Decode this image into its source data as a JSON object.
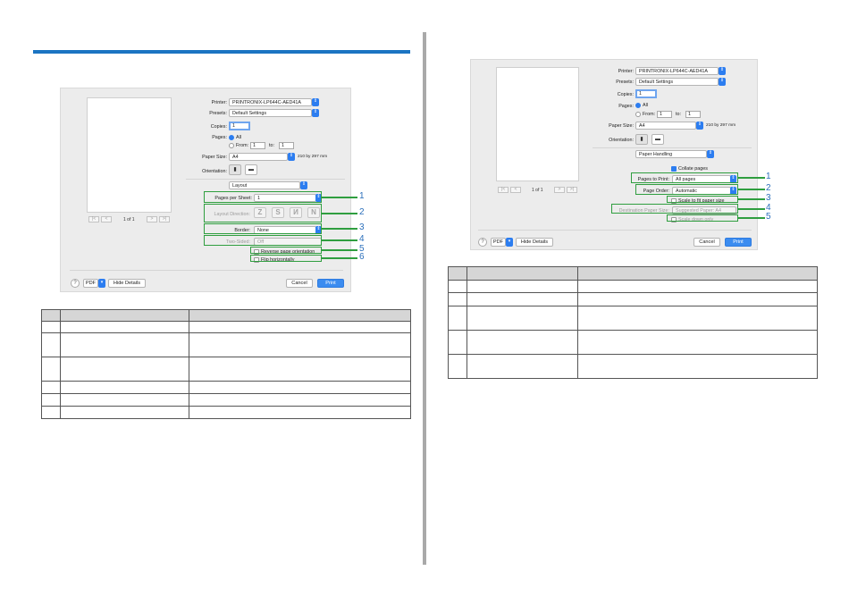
{
  "left_dialog": {
    "printer_label": "Printer:",
    "printer_value": "PRINTRONIX-LP644C-AED41A",
    "presets_label": "Presets:",
    "presets_value": "Default Settings",
    "copies_label": "Copies:",
    "copies_value": "1",
    "pages_label": "Pages:",
    "pages_all": "All",
    "pages_from": "From:",
    "pages_from_value": "1",
    "pages_to": "to:",
    "pages_to_value": "1",
    "paper_size_label": "Paper Size:",
    "paper_size_value": "A4",
    "paper_dims": "210 by 297 mm",
    "orientation_label": "Orientation:",
    "panel_value": "Layout",
    "pages_per_sheet_label": "Pages per Sheet:",
    "pages_per_sheet_value": "1",
    "layout_direction_label": "Layout Direction:",
    "border_label": "Border:",
    "border_value": "None",
    "two_sided_label": "Two-Sided:",
    "two_sided_value": "Off",
    "reverse_orientation": "Reverse page orientation",
    "flip_horizontally": "Flip horizontally",
    "page_counter": "1 of 1",
    "pdf_label": "PDF",
    "hide_details": "Hide Details",
    "cancel": "Cancel",
    "print": "Print",
    "help": "?",
    "callouts": [
      "1",
      "2",
      "3",
      "4",
      "5",
      "6"
    ]
  },
  "right_dialog": {
    "printer_label": "Printer:",
    "printer_value": "PRINTRONIX-LP644C-AED41A",
    "presets_label": "Presets:",
    "presets_value": "Default Settings",
    "copies_label": "Copies:",
    "copies_value": "1",
    "pages_label": "Pages:",
    "pages_all": "All",
    "pages_from": "From:",
    "pages_from_value": "1",
    "pages_to": "to:",
    "pages_to_value": "1",
    "paper_size_label": "Paper Size:",
    "paper_size_value": "A4",
    "paper_dims": "210 by 297 mm",
    "orientation_label": "Orientation:",
    "panel_value": "Paper Handling",
    "collate_pages": "Collate pages",
    "pages_to_print_label": "Pages to Print:",
    "pages_to_print_value": "All pages",
    "page_order_label": "Page Order:",
    "page_order_value": "Automatic",
    "scale_to_fit": "Scale to fit paper size",
    "dest_paper_label": "Destination Paper Size:",
    "dest_paper_value": "Suggested Paper: A4",
    "scale_down_only": "Scale down only",
    "page_counter": "1 of 1",
    "pdf_label": "PDF",
    "hide_details": "Hide Details",
    "cancel": "Cancel",
    "print": "Print",
    "help": "?",
    "callouts": [
      "1",
      "2",
      "3",
      "4",
      "5"
    ]
  },
  "colors": {
    "accent_bar": "#1b74c2",
    "callout_green": "#2f9e3f",
    "callout_number_blue": "#2b6fbb",
    "table_header": "#d6d6d6"
  }
}
